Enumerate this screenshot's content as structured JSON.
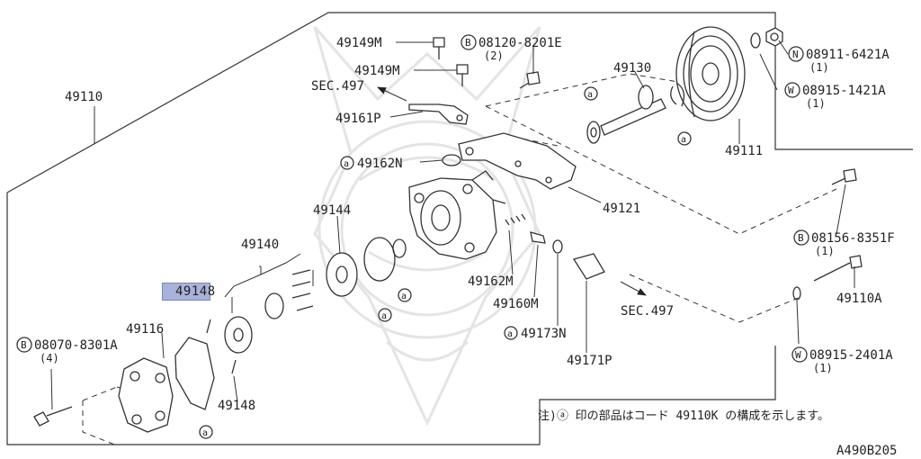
{
  "diagram_id": "A490B205",
  "note": "注)ⓐ 印の部品はコード 49110K の構成を示します。",
  "callouts": {
    "p49110": "49110",
    "p49149M_a": "49149M",
    "p49149M_b": "49149M",
    "sec497_a": "SEC.497",
    "p49161P": "49161P",
    "p49162N": "49162N",
    "p08120": "08120-8201E",
    "p08120_qty": "(2)",
    "p49130": "49130",
    "p08911": "08911-6421A",
    "p08911_qty": "(1)",
    "p08915a": "08915-1421A",
    "p08915a_qty": "(1)",
    "p49111": "49111",
    "p49121": "49121",
    "p49144": "49144",
    "p49140": "49140",
    "p49148_hl": "49148",
    "p49116": "49116",
    "p08070": "08070-8301A",
    "p08070_qty": "(4)",
    "p49148": "49148",
    "p49162M": "49162M",
    "p49160M": "49160M",
    "p49173N": "49173N",
    "p49171P": "49171P",
    "sec497_b": "SEC.497",
    "p08156": "08156-8351F",
    "p08156_qty": "(1)",
    "p49110A": "49110A",
    "p08915b": "08915-2401A",
    "p08915b_qty": "(1)"
  },
  "marks": {
    "bolt_mark": "B",
    "nut_mark": "N",
    "washer_mark": "W",
    "kit_mark": "a"
  },
  "icons": [
    "bolt-mark-icon",
    "nut-mark-icon",
    "washer-mark-icon",
    "kit-mark-icon",
    "arrow-icon",
    "watermark-emblem-icon"
  ]
}
